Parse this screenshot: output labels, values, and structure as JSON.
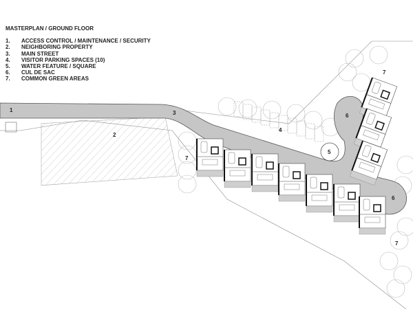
{
  "title": "MASTERPLAN / GROUND FLOOR",
  "legend": [
    {
      "num": "1.",
      "label": "ACCESS CONTROL / MAINTENANCE / SECURITY"
    },
    {
      "num": "2.",
      "label": "NEIGHBORING PROPERTY"
    },
    {
      "num": "3.",
      "label": "MAIN STREET"
    },
    {
      "num": "4.",
      "label": "VISITOR PARKING SPACES (10)"
    },
    {
      "num": "5.",
      "label": "WATER FEATURE / SQUARE"
    },
    {
      "num": "6.",
      "label": "CUL DE SAC"
    },
    {
      "num": "7.",
      "label": "COMMON GREEN AREAS"
    }
  ],
  "plan_labels": {
    "access": "1",
    "neighbor": "2",
    "street": "3",
    "parking": "4",
    "water": "5",
    "culdesac_north": "6",
    "culdesac_south": "6",
    "green_west": "7",
    "green_north": "7",
    "green_south": "7"
  },
  "colors": {
    "road": "#c6c6c6",
    "line": "#333333",
    "hatch": "#9a9a9a"
  }
}
